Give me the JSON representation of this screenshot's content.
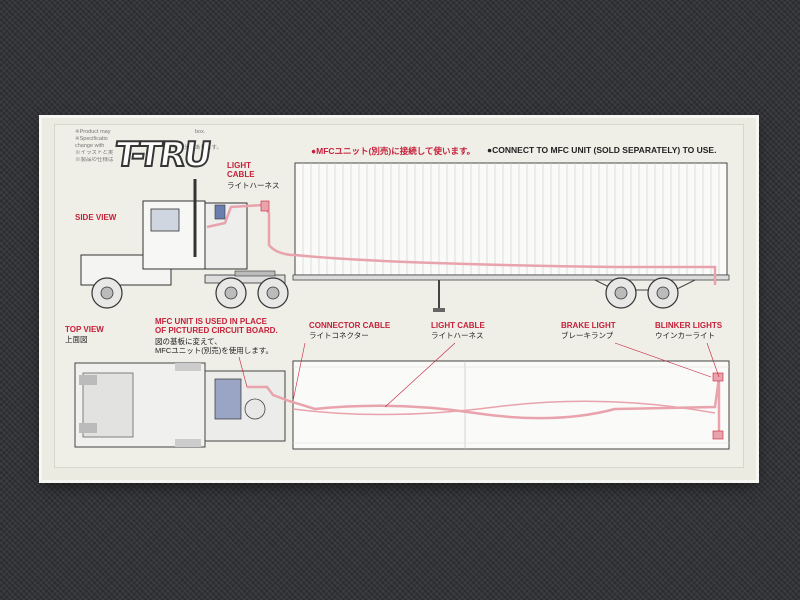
{
  "notes": {
    "line1": "※Product may",
    "line2": "※Specificatio",
    "line3": "change with",
    "line4": "※イラストと実",
    "line5": "※製品の仕様は"
  },
  "logo_text": "T-TRU",
  "box_fragment": "box.",
  "notes_jp_fragment": "る部分があります。",
  "banner": {
    "jp": "●MFCユニット(別売)に接続して使います。",
    "en": "●CONNECT TO MFC UNIT (SOLD SEPARATELY) TO USE."
  },
  "side_view": "SIDE VIEW",
  "labels": {
    "light_cable_top": {
      "en1": "LIGHT",
      "en2": "CABLE",
      "jp": "ライトハーネス"
    },
    "top_view": {
      "en": "TOP VIEW",
      "jp": "上面図"
    },
    "mfc_unit": {
      "en1": "MFC UNIT IS USED IN PLACE",
      "en2": "OF PICTURED CIRCUIT BOARD.",
      "jp1": "図の基板に変えて、",
      "jp2": "MFCユニット(別売)を使用します。"
    },
    "connector_cable": {
      "en": "CONNECTOR CABLE",
      "jp": "ライトコネクター"
    },
    "light_cable_bottom": {
      "en": "LIGHT CABLE",
      "jp": "ライトハーネス"
    },
    "brake_light": {
      "en": "BRAKE LIGHT",
      "jp": "ブレーキランプ"
    },
    "blinker_lights": {
      "en": "BLINKER LIGHTS",
      "jp": "ウインカーライト"
    }
  },
  "colors": {
    "accent_red": "#c5213a",
    "cable_pink": "#e9a3ad",
    "box_paper": "#ecebe2",
    "carpet": "#2f3034"
  }
}
